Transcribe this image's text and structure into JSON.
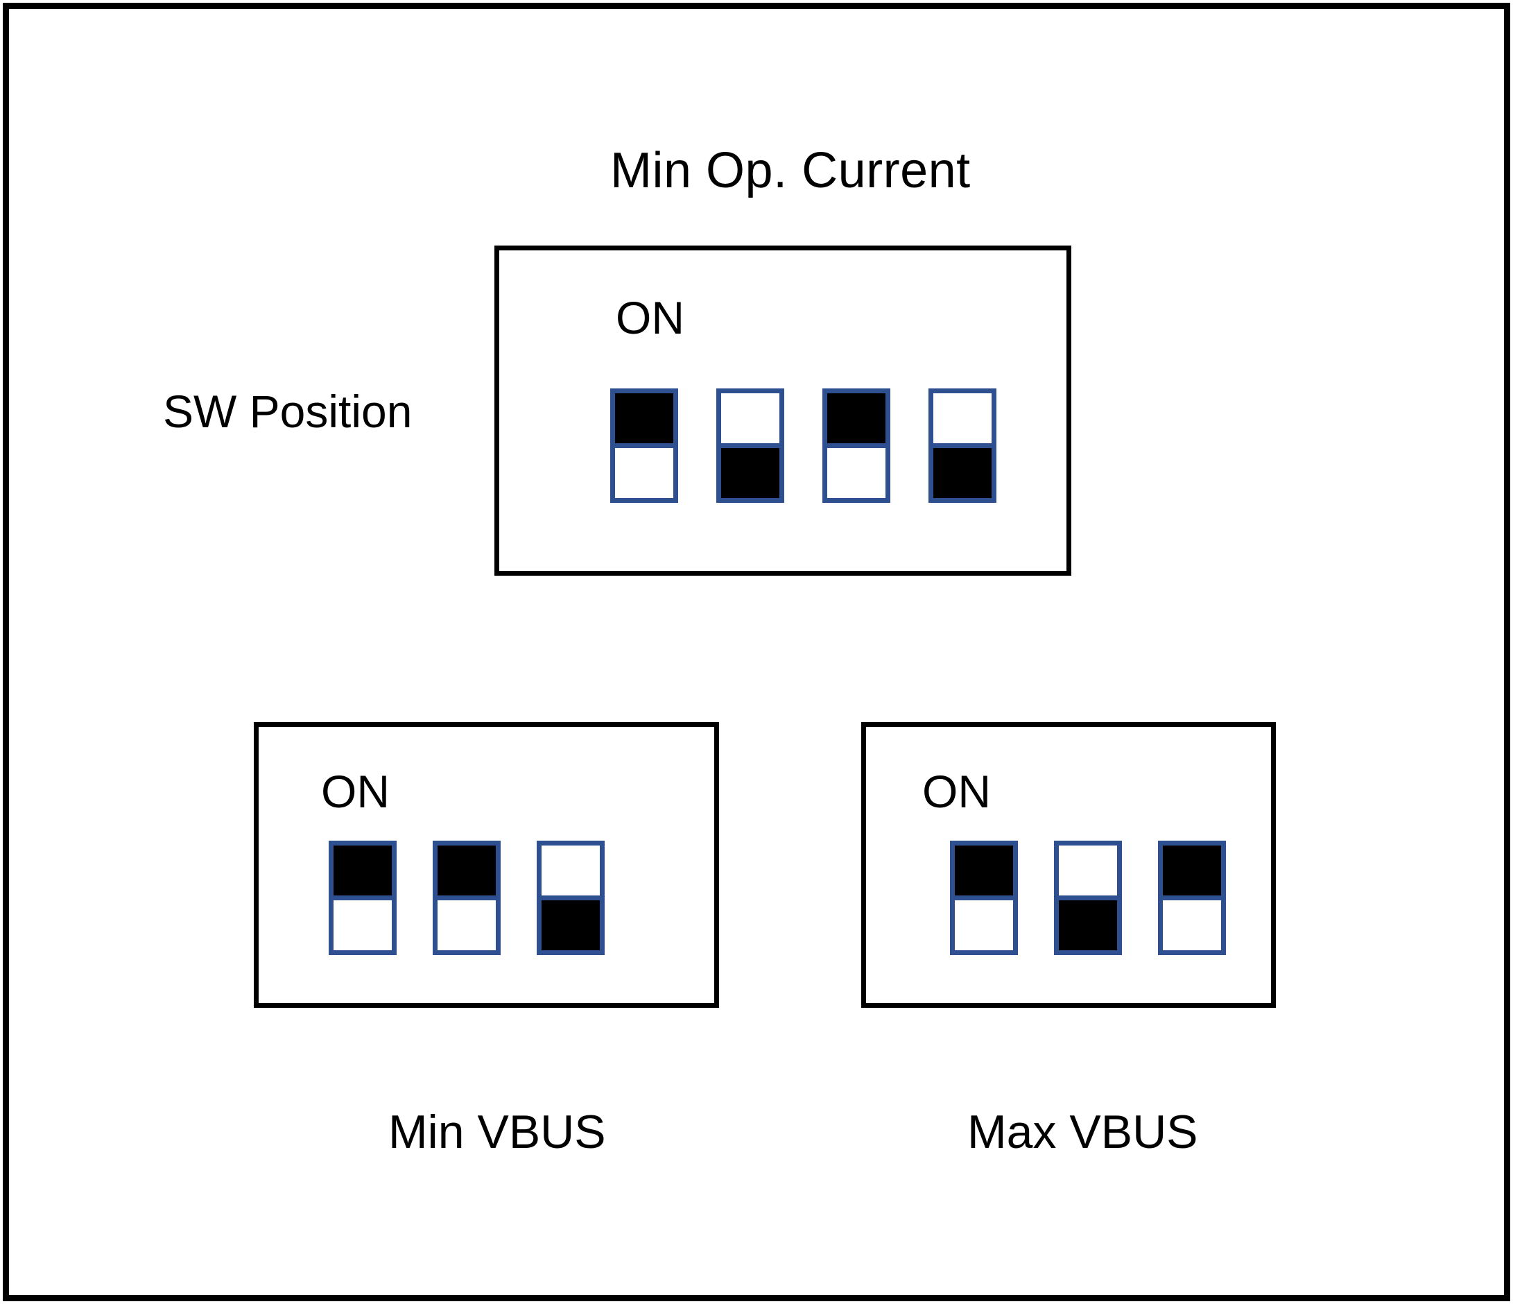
{
  "diagram": {
    "title": "Min Op. Current",
    "side_label": "SW Position",
    "on_label": "ON",
    "accent_color": "#2E5090",
    "frame_color": "#000000",
    "background_color": "#FFFFFF"
  },
  "switch_blocks": [
    {
      "id": "min-op-current",
      "caption_top": "Min Op. Current",
      "caption_bottom": "",
      "on_label": "ON",
      "switch_count": 4,
      "switches": [
        {
          "index": 1,
          "position": "on",
          "top_filled": true,
          "bottom_filled": false
        },
        {
          "index": 2,
          "position": "off",
          "top_filled": false,
          "bottom_filled": true
        },
        {
          "index": 3,
          "position": "on",
          "top_filled": true,
          "bottom_filled": false
        },
        {
          "index": 4,
          "position": "off",
          "top_filled": false,
          "bottom_filled": true
        }
      ]
    },
    {
      "id": "min-vbus",
      "caption_top": "",
      "caption_bottom": "Min VBUS",
      "on_label": "ON",
      "switch_count": 3,
      "switches": [
        {
          "index": 1,
          "position": "on",
          "top_filled": true,
          "bottom_filled": false
        },
        {
          "index": 2,
          "position": "on",
          "top_filled": true,
          "bottom_filled": false
        },
        {
          "index": 3,
          "position": "off",
          "top_filled": false,
          "bottom_filled": true
        }
      ]
    },
    {
      "id": "max-vbus",
      "caption_top": "",
      "caption_bottom": "Max VBUS",
      "on_label": "ON",
      "switch_count": 3,
      "switches": [
        {
          "index": 1,
          "position": "on",
          "top_filled": true,
          "bottom_filled": false
        },
        {
          "index": 2,
          "position": "off",
          "top_filled": false,
          "bottom_filled": true
        },
        {
          "index": 3,
          "position": "on",
          "top_filled": true,
          "bottom_filled": false
        }
      ]
    }
  ]
}
